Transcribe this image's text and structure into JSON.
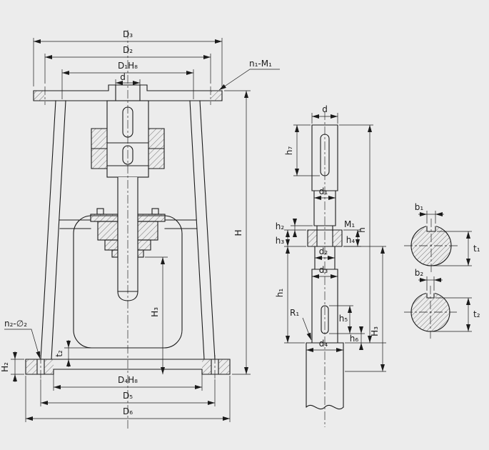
{
  "colors": {
    "background": "#ececec",
    "ink": "#1b1b1b"
  },
  "views": {
    "housing": {
      "dims": {
        "D3": "D₃",
        "D2": "D₂",
        "D1H8": "D₁H₈",
        "d": "d",
        "n1M1": "n₁-M₁",
        "H": "H",
        "H3": "H₃",
        "n2phi2": "n₂-∅₂",
        "H2": "H₂",
        "t2": "t₂",
        "D4H8": "D₄H₈",
        "D5": "D₅",
        "D6": "D₆"
      }
    },
    "shaft": {
      "dims": {
        "d": "d",
        "h7": "h₇",
        "d1": "d₁",
        "h2": "h₂",
        "h3": "h₃",
        "M1": "M₁",
        "h4": "h₄",
        "h": "h",
        "d2": "d₂",
        "d3": "d₃",
        "h1": "h₁",
        "R1": "R₁",
        "h5": "h₅",
        "h6": "h₆",
        "d4": "d₄",
        "H3": "H₃"
      }
    },
    "keyway_sections": {
      "upper": {
        "b": "b₁",
        "t": "t₁"
      },
      "lower": {
        "b": "b₂",
        "t": "t₂"
      }
    }
  }
}
